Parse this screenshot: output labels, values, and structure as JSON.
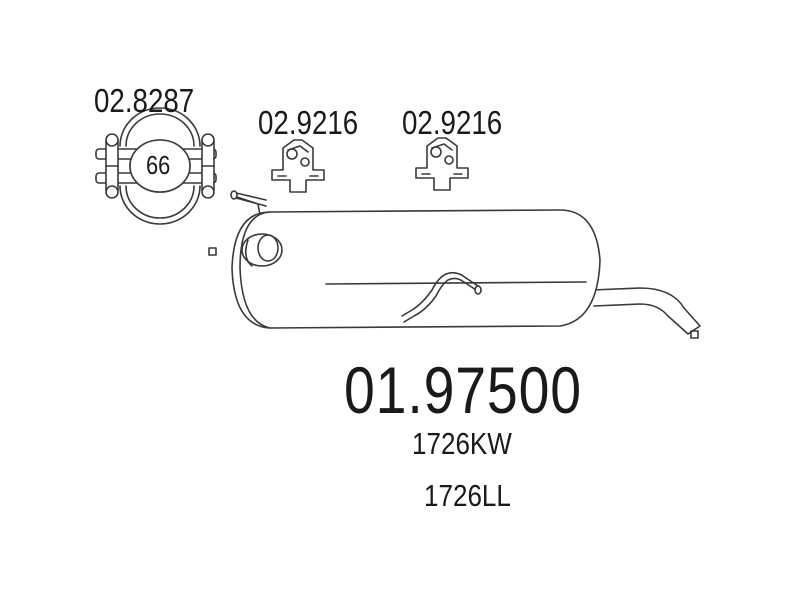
{
  "parts": {
    "clamp": {
      "code": "02.8287",
      "diameter": "66"
    },
    "hanger_1": {
      "code": "02.9216"
    },
    "hanger_2": {
      "code": "02.9216"
    }
  },
  "main_part": {
    "number": "01.97500",
    "oe_codes": [
      "1726KW",
      "1726LL"
    ]
  },
  "colors": {
    "line": "#3a3a3a",
    "text": "#1a1a1a",
    "background": "#ffffff"
  }
}
